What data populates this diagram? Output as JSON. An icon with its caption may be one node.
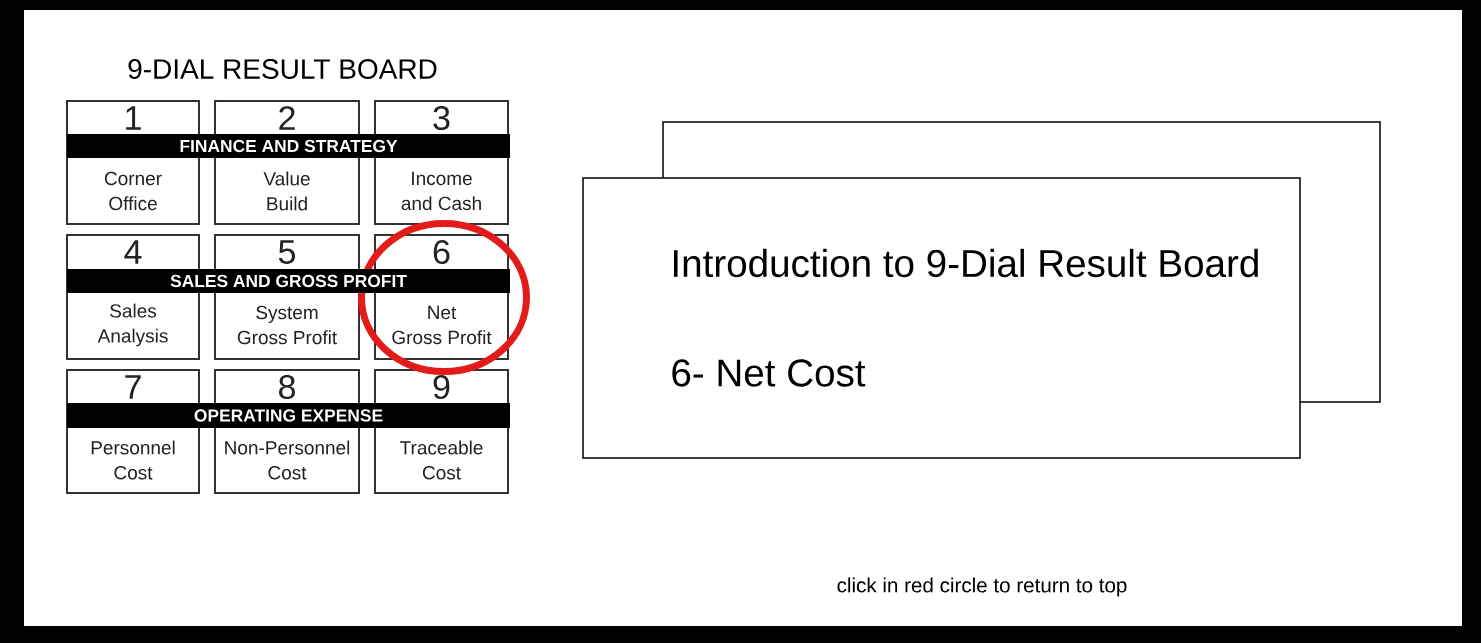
{
  "diagram": {
    "title": "9-DIAL RESULT BOARD",
    "nodes": [
      {
        "text": [
          "1",
          "Corner Office"
        ]
      },
      {
        "text": [
          "2",
          "Value Build"
        ]
      },
      {
        "text": [
          "3",
          "Income and Cash"
        ]
      },
      {
        "text": [
          "FINANCE AND STRATEGY"
        ]
      },
      {
        "text": [
          "4",
          "Sales Analysis"
        ]
      },
      {
        "text": [
          "5",
          "System Gross Profit"
        ]
      },
      {
        "text": [
          "6",
          "Net Gross Profit"
        ]
      },
      {
        "text": [
          "SALES AND GROSS PROFIT"
        ]
      },
      {
        "text": [
          "7",
          "Personnel Cost"
        ]
      },
      {
        "text": [
          "8",
          "Non-Personnel Cost"
        ]
      },
      {
        "text": [
          "9",
          "Traceable Cost"
        ]
      },
      {
        "text": [
          "OPERATING EXPENSE"
        ]
      },
      {
        "text": [],
        "shape": "box"
      },
      {
        "text": [
          "Introduction to 9-Dial Result Board",
          "6- Net Cost"
        ]
      }
    ],
    "labels": [
      "click in red circle to return to top"
    ]
  }
}
